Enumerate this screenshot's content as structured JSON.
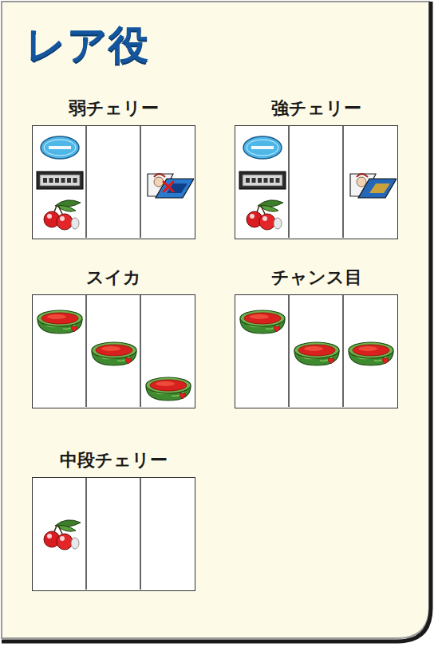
{
  "diagram": {
    "title": "レア役",
    "nodes": [
      {
        "text": [
          "弱チェリー"
        ]
      },
      {
        "text": [
          "強チェリー"
        ]
      },
      {
        "text": [
          "スイカ"
        ]
      },
      {
        "text": [
          "チャンス目"
        ]
      },
      {
        "text": [
          "中段チェリー"
        ]
      }
    ]
  }
}
